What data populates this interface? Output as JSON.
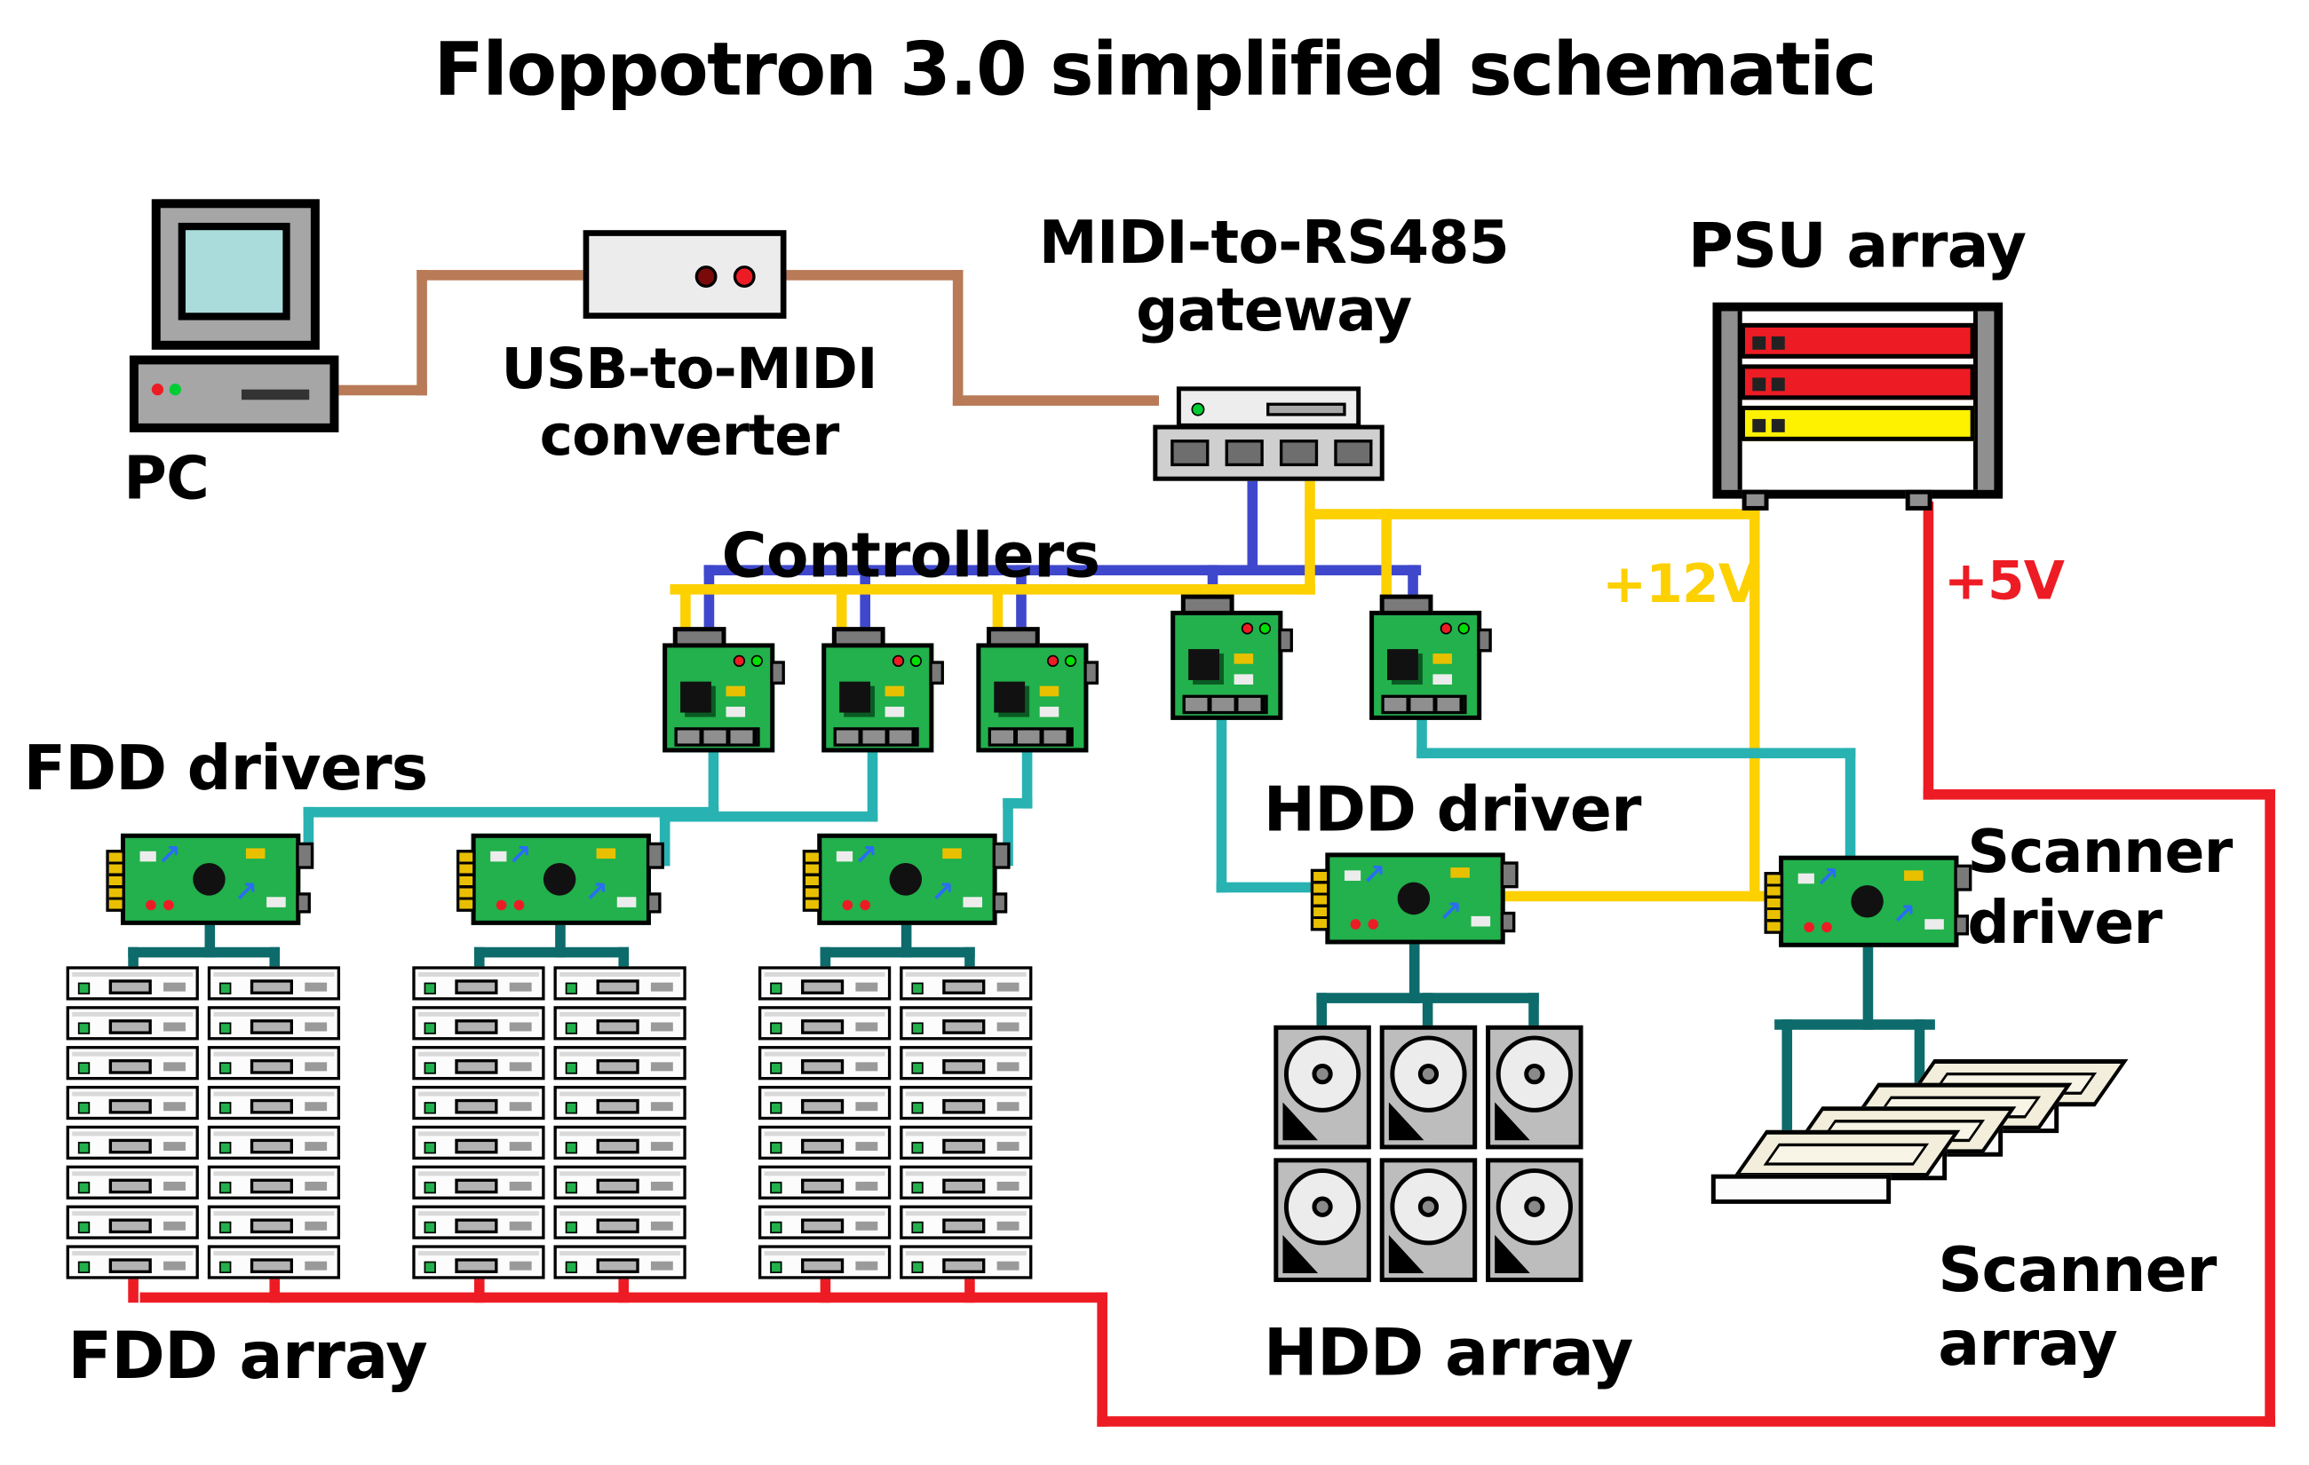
{
  "title": "Floppotron 3.0 simplified schematic",
  "colors": {
    "pcb": "#22b14c",
    "wire_brown": "#b97a57",
    "wire_blue": "#3f48cc",
    "wire_yellow": "#fdd000",
    "wire_red": "#ed1c24",
    "wire_teal": "#29b2b2",
    "wire_darkteal": "#0d6b6b"
  },
  "nodes": {
    "pc": {
      "label": "PC"
    },
    "usb_midi_converter": {
      "label_line1": "USB-to-MIDI",
      "label_line2": "converter"
    },
    "midi_rs485_gateway": {
      "label_line1": "MIDI-to-RS485",
      "label_line2": "gateway"
    },
    "psu_array": {
      "label": "PSU array",
      "red_units": 2,
      "yellow_units": 1
    },
    "controllers": {
      "label": "Controllers",
      "count": 5
    },
    "fdd_drivers": {
      "label": "FDD drivers",
      "count": 3
    },
    "hdd_driver": {
      "label": "HDD driver",
      "count": 1
    },
    "scanner_driver": {
      "label_line1": "Scanner",
      "label_line2": "driver",
      "count": 1
    },
    "fdd_array": {
      "label": "FDD array",
      "groups": 3,
      "columns_per_group": 2,
      "drives_per_column": 8
    },
    "hdd_array": {
      "label": "HDD array",
      "rows": 2,
      "columns": 3
    },
    "scanner_array": {
      "label_line1": "Scanner",
      "label_line2": "array",
      "count": 4
    }
  },
  "power_rails": {
    "rail_12v": "+12V",
    "rail_5v": "+5V"
  }
}
